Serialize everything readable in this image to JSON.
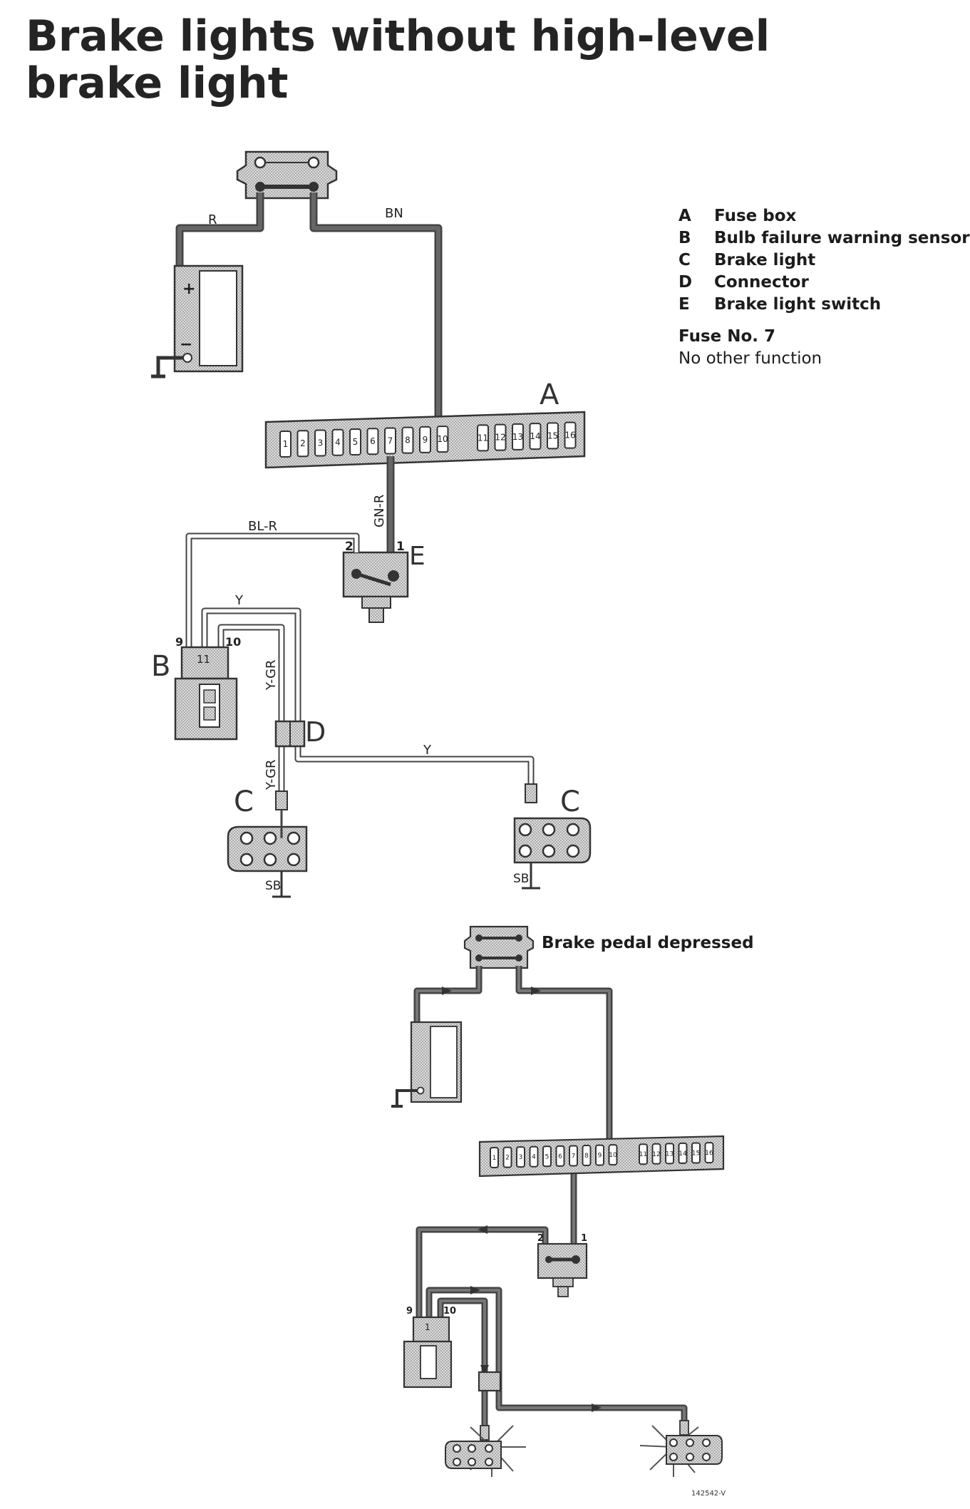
{
  "title": {
    "line1": "Brake lights without high-level",
    "line2": "brake light"
  },
  "legend": [
    {
      "letter": "A",
      "label": "Fuse box"
    },
    {
      "letter": "B",
      "label": "Bulb failure warning sensor"
    },
    {
      "letter": "C",
      "label": "Brake light"
    },
    {
      "letter": "D",
      "label": "Connector"
    },
    {
      "letter": "E",
      "label": "Brake light switch"
    }
  ],
  "fuse_info": {
    "fuse": "Fuse No. 7",
    "note": "No other function"
  },
  "callouts": {
    "a": "A",
    "b": "B",
    "c1": "C",
    "c2": "C",
    "d": "D",
    "e": "E"
  },
  "wire_labels": {
    "r": "R",
    "bn": "BN",
    "gn_r": "GN-R",
    "bl_r": "BL-R",
    "y_top": "Y",
    "y_gr": "Y-GR",
    "y_gr2": "Y-GR",
    "y_bottom": "Y",
    "sb1": "SB",
    "sb2": "SB"
  },
  "pins": {
    "sw2": "2",
    "sw1": "1",
    "s9": "9",
    "s11": "11",
    "s10": "10",
    "m2": "2",
    "m1": "1",
    "m9": "9",
    "m11": "1",
    "m10": "10"
  },
  "battery": {
    "plus": "+",
    "minus": "−"
  },
  "fuse_numbers": [
    "1",
    "2",
    "3",
    "4",
    "5",
    "6",
    "7",
    "8",
    "9",
    "10",
    "11",
    "12",
    "13",
    "14",
    "15",
    "16"
  ],
  "pedal_label": "Brake pedal depressed",
  "figure_code": "142542-V",
  "colors": {
    "wire_dark": "#555555",
    "wire_outline": "#444444",
    "stipple": "#c4c4c4",
    "ink": "#222222"
  }
}
